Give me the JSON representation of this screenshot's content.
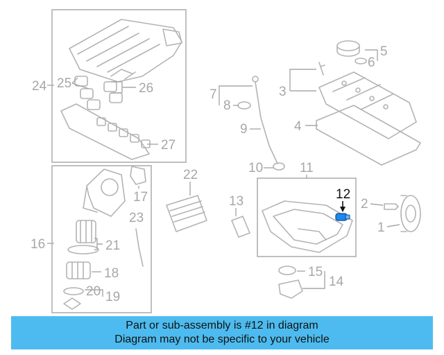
{
  "callouts": {
    "c1": "1",
    "c2": "2",
    "c3": "3",
    "c4": "4",
    "c5": "5",
    "c6": "6",
    "c7": "7",
    "c8": "8",
    "c9": "9",
    "c10": "10",
    "c11": "11",
    "c12": "12",
    "c13": "13",
    "c14": "14",
    "c15": "15",
    "c16": "16",
    "c17": "17",
    "c18": "18",
    "c19": "19",
    "c20": "20",
    "c21": "21",
    "c22": "22",
    "c23": "23",
    "c24": "24",
    "c25": "25",
    "c26": "26",
    "c27": "27"
  },
  "highlight_color": "#1e88e5",
  "banner": {
    "line1": "Part or sub-assembly is #12 in diagram",
    "line2": "Diagram may not be specific to your vehicle",
    "color": "#4dbbef"
  }
}
